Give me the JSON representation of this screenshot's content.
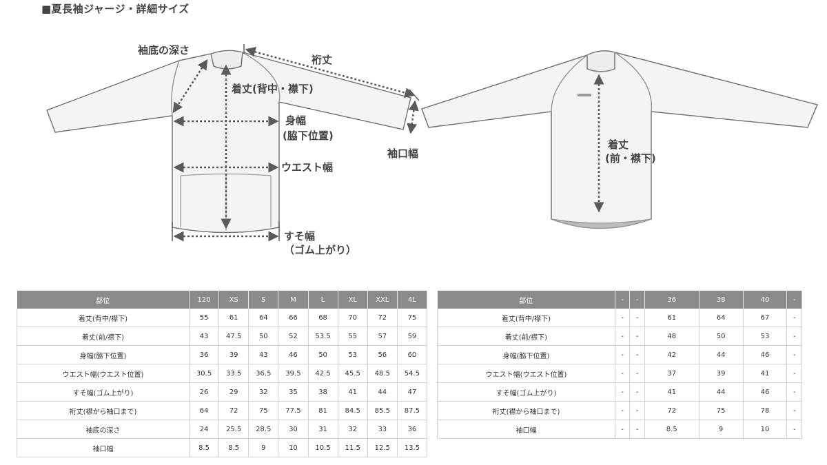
{
  "title": "■夏長袖ジャージ・詳細サイズ",
  "diagram_labels": {
    "sode_soko": "袖底の深さ",
    "yuki": "裄丈",
    "kitake_back": "着丈(背中・襟下)",
    "mihaba_1": "身幅",
    "mihaba_2": "(脇下位置)",
    "waist": "ウエスト幅",
    "susohaba_1": "すそ幅",
    "susohaba_2": "（ゴム上がり）",
    "sodeguchi": "袖口幅",
    "kitake_front_1": "着丈",
    "kitake_front_2": "(前・襟下)"
  },
  "table1": {
    "headers": [
      "部位",
      "120",
      "XS",
      "S",
      "M",
      "L",
      "XL",
      "XXL",
      "4L"
    ],
    "rows": [
      [
        "着丈(背中/襟下)",
        "55",
        "61",
        "64",
        "66",
        "68",
        "70",
        "72",
        "75"
      ],
      [
        "着丈(前/襟下)",
        "43",
        "47.5",
        "50",
        "52",
        "53.5",
        "55",
        "57",
        "59"
      ],
      [
        "身幅(脇下位置)",
        "36",
        "39",
        "43",
        "46",
        "50",
        "53",
        "56",
        "60"
      ],
      [
        "ウエスト幅(ウエスト位置)",
        "30.5",
        "33.5",
        "36.5",
        "39.5",
        "42.5",
        "45.5",
        "48.5",
        "54.5"
      ],
      [
        "すそ幅(ゴム上がり)",
        "26",
        "29",
        "32",
        "35",
        "38",
        "41",
        "44",
        "47"
      ],
      [
        "裄丈(襟から袖口まで)",
        "64",
        "72",
        "75",
        "77.5",
        "81",
        "84.5",
        "85.5",
        "87.5"
      ],
      [
        "袖底の深さ",
        "24",
        "25.5",
        "28.5",
        "30",
        "31",
        "32",
        "33",
        "36"
      ],
      [
        "袖口幅",
        "8.5",
        "8.5",
        "9",
        "10",
        "10.5",
        "11.5",
        "12.5",
        "13.5"
      ]
    ]
  },
  "table2": {
    "headers": [
      "部位",
      "-",
      "-",
      "36",
      "38",
      "40",
      "-"
    ],
    "rows": [
      [
        "着丈(背中/襟下)",
        "-",
        "-",
        "61",
        "64",
        "67",
        "-"
      ],
      [
        "着丈(前/襟下)",
        "-",
        "-",
        "48",
        "50",
        "53",
        "-"
      ],
      [
        "身幅(脇下位置)",
        "-",
        "-",
        "42",
        "44",
        "46",
        "-"
      ],
      [
        "ウエスト幅(ウエスト位置)",
        "-",
        "-",
        "37",
        "39",
        "41",
        "-"
      ],
      [
        "すそ幅(ゴム上がり)",
        "-",
        "-",
        "41",
        "44",
        "46",
        "-"
      ],
      [
        "裄丈(襟から袖口まで)",
        "-",
        "-",
        "72",
        "75",
        "78",
        "-"
      ],
      [
        "袖口幅",
        "-",
        "-",
        "8.5",
        "9",
        "10",
        "-"
      ]
    ]
  }
}
